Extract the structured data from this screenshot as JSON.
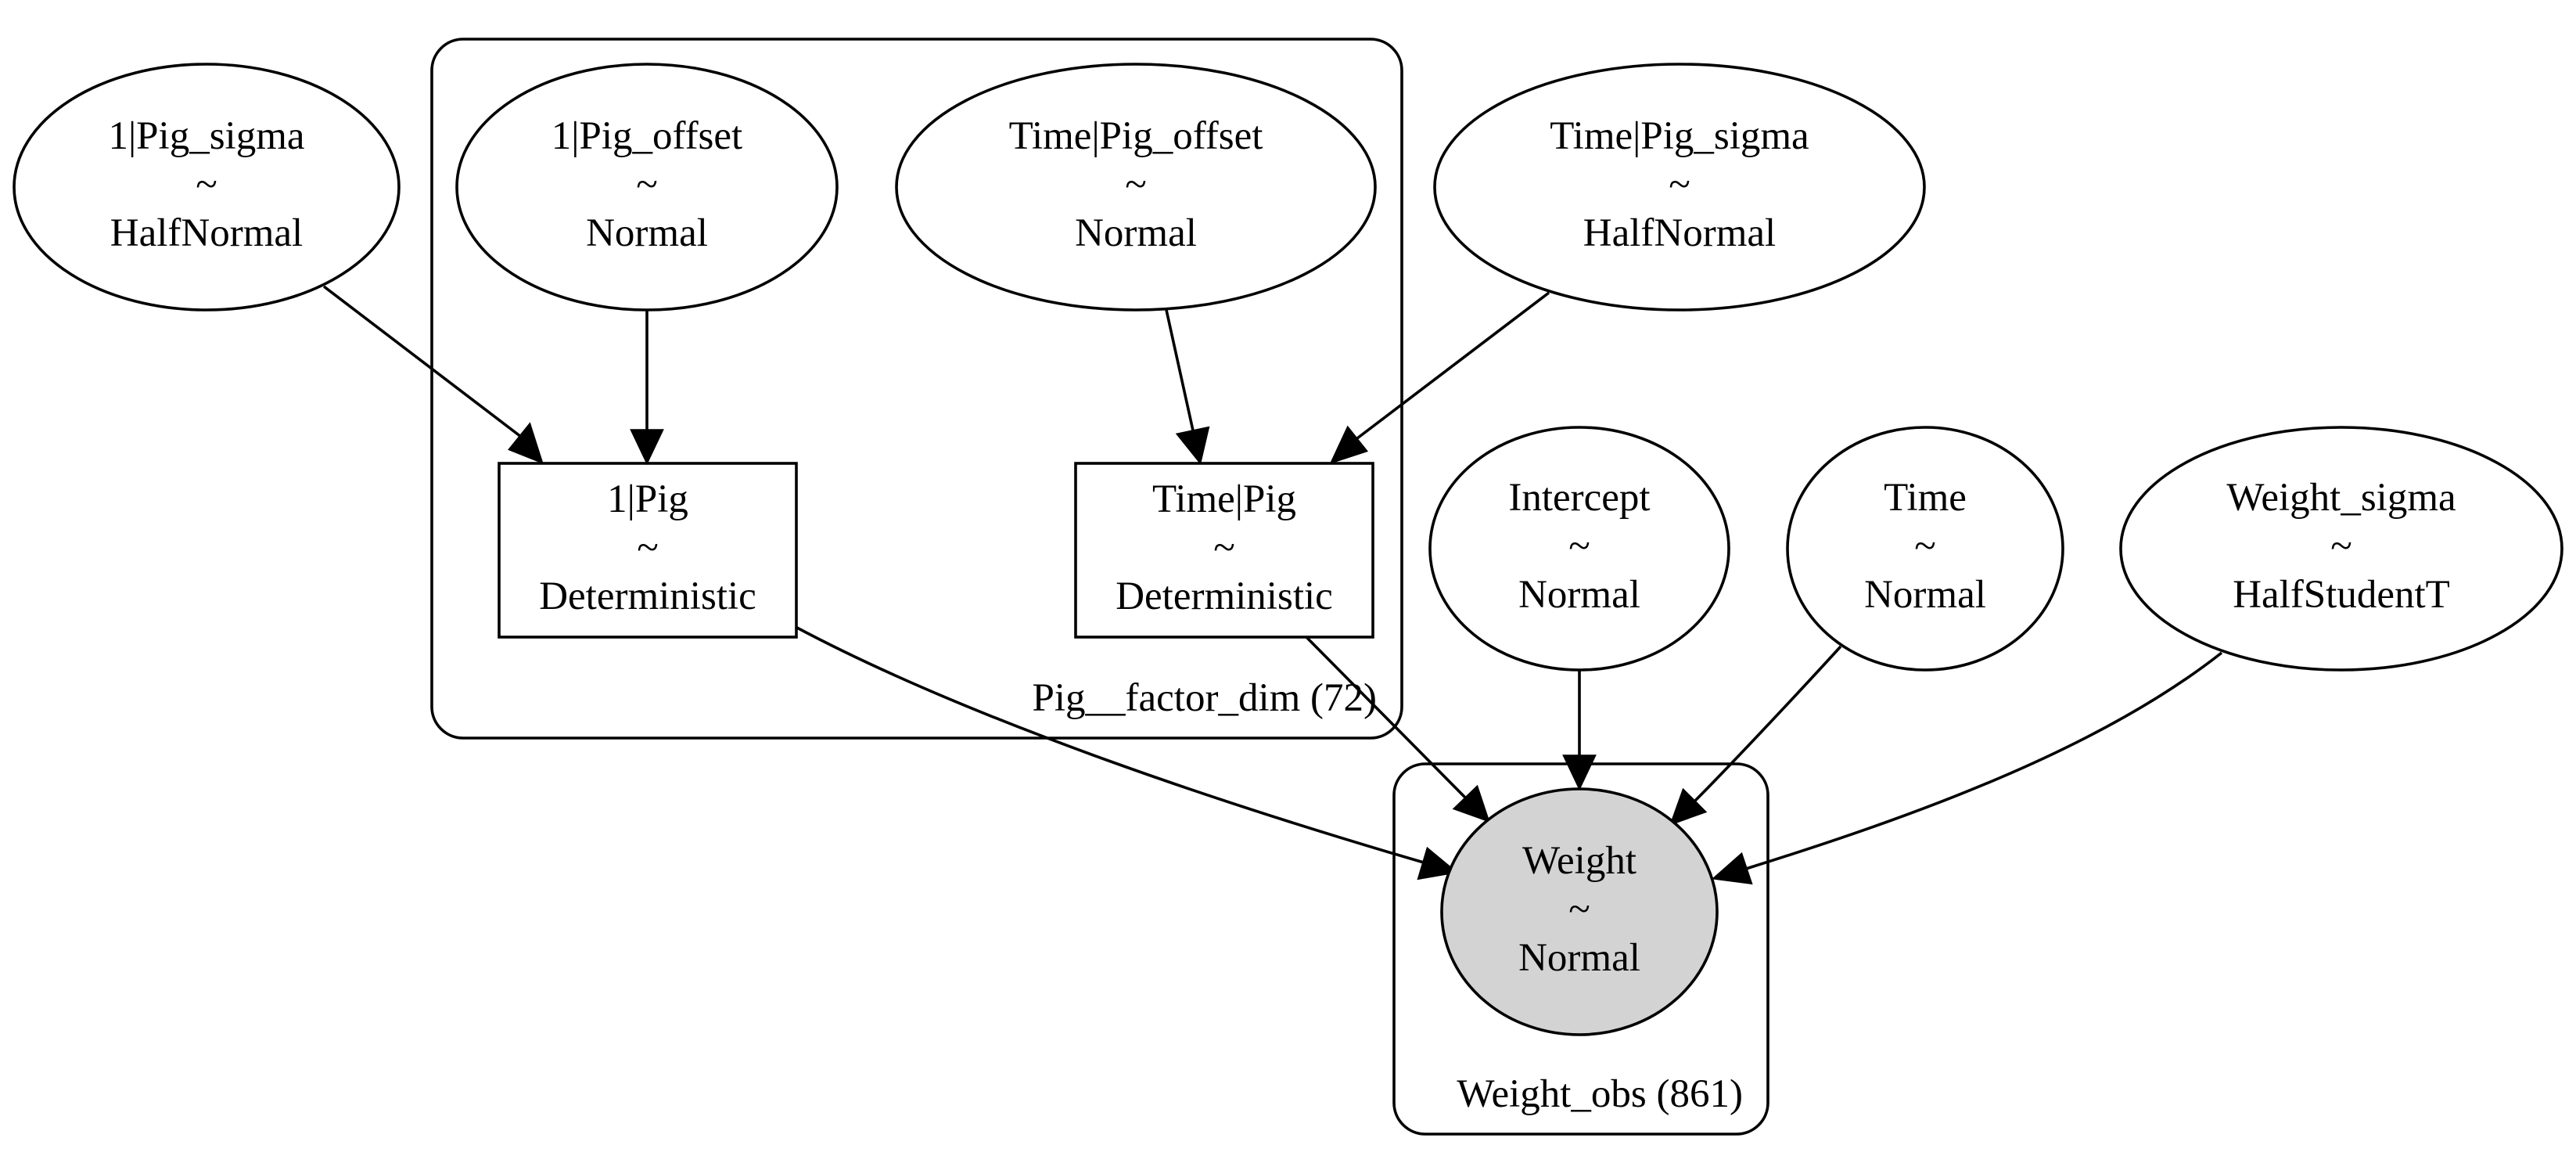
{
  "diagram": {
    "plates": {
      "pig_factor": {
        "label": "Pig__factor_dim (72)"
      },
      "weight_obs": {
        "label": "Weight_obs (861)"
      }
    },
    "nodes": {
      "pig_sigma": {
        "name": "1|Pig_sigma",
        "tilde": "~",
        "dist": "HalfNormal"
      },
      "pig_offset": {
        "name": "1|Pig_offset",
        "tilde": "~",
        "dist": "Normal"
      },
      "time_pig_offset": {
        "name": "Time|Pig_offset",
        "tilde": "~",
        "dist": "Normal"
      },
      "time_pig_sigma": {
        "name": "Time|Pig_sigma",
        "tilde": "~",
        "dist": "HalfNormal"
      },
      "pig": {
        "name": "1|Pig",
        "tilde": "~",
        "dist": "Deterministic"
      },
      "time_pig": {
        "name": "Time|Pig",
        "tilde": "~",
        "dist": "Deterministic"
      },
      "intercept": {
        "name": "Intercept",
        "tilde": "~",
        "dist": "Normal"
      },
      "time": {
        "name": "Time",
        "tilde": "~",
        "dist": "Normal"
      },
      "weight_sigma": {
        "name": "Weight_sigma",
        "tilde": "~",
        "dist": "HalfStudentT"
      },
      "weight": {
        "name": "Weight",
        "tilde": "~",
        "dist": "Normal",
        "observed": true,
        "fill": "#d3d3d3"
      }
    }
  }
}
